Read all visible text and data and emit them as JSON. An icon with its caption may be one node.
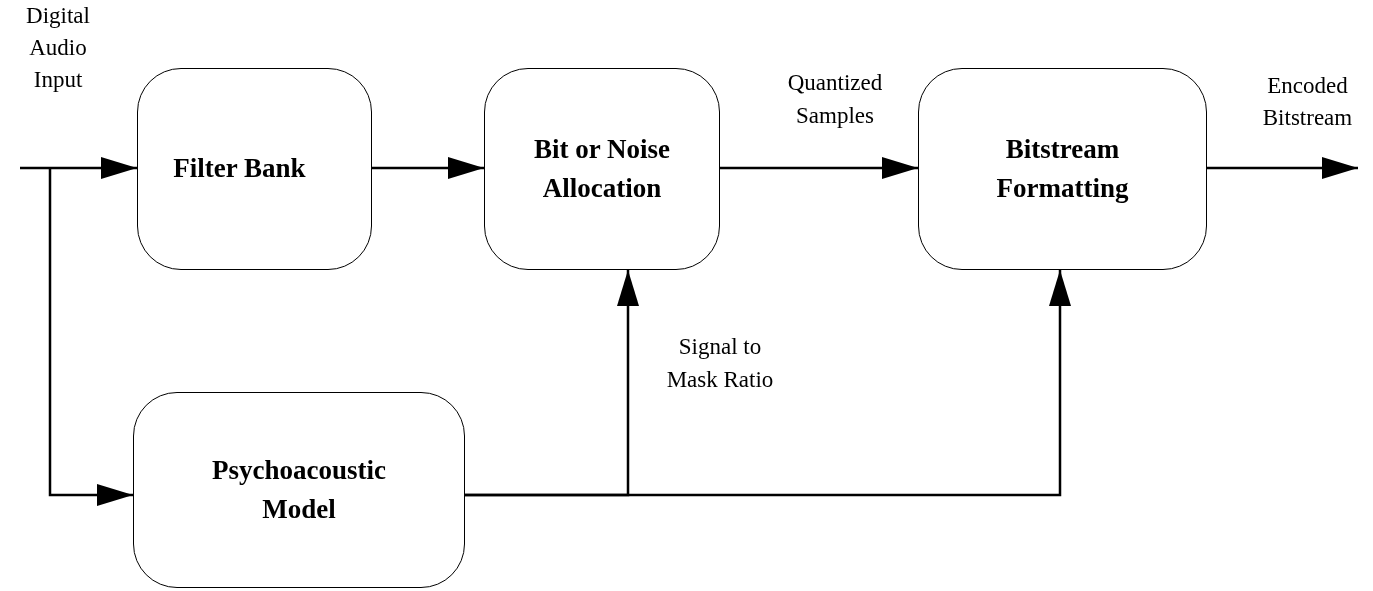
{
  "diagram": {
    "nodes": [
      {
        "text": [
          "Filter Bank"
        ]
      },
      {
        "text": [
          "Bit or Noise Allocation"
        ]
      },
      {
        "text": [
          "Bitstream Formatting"
        ]
      },
      {
        "text": [
          "Psychoacoustic Model"
        ]
      }
    ],
    "edges": [
      {
        "from": null,
        "to": 0,
        "arrow": "to"
      },
      {
        "from": null,
        "to": 3,
        "arrow": "to"
      },
      {
        "from": 0,
        "to": 1,
        "arrow": "to"
      },
      {
        "from": 1,
        "to": 2,
        "arrow": "to",
        "label": "Quantized Samples"
      },
      {
        "from": 2,
        "to": null,
        "arrow": "to"
      },
      {
        "from": 3,
        "to": 1,
        "arrow": "to",
        "label": "Signal to Mask Ratio"
      },
      {
        "from": 3,
        "to": 2,
        "arrow": "to"
      }
    ],
    "labels": [
      "Digital Audio Input",
      "Encoded Bitstream"
    ]
  }
}
